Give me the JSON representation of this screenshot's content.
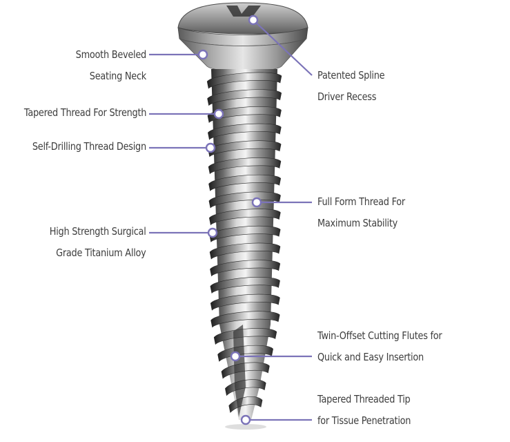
{
  "diagram": {
    "accent_color": "#7b73b8",
    "image_subject": "bone-screw-photo",
    "callouts": [
      {
        "id": "neck",
        "side": "left",
        "lines": [
          "Smooth Beveled",
          "Seating Neck"
        ]
      },
      {
        "id": "tapered",
        "side": "left",
        "lines": [
          "Tapered Thread For Strength"
        ]
      },
      {
        "id": "drilling",
        "side": "left",
        "lines": [
          "Self-Drilling Thread Design"
        ]
      },
      {
        "id": "titanium",
        "side": "left",
        "lines": [
          "High Strength Surgical",
          "Grade Titanium Alloy"
        ]
      },
      {
        "id": "spline",
        "side": "right",
        "lines": [
          "Patented Spline",
          "Driver Recess"
        ]
      },
      {
        "id": "fullform",
        "side": "right",
        "lines": [
          "Full Form Thread For",
          "Maximum Stability"
        ]
      },
      {
        "id": "flutes",
        "side": "right",
        "lines": [
          "Twin-Offset Cutting Flutes for",
          "Quick and Easy Insertion"
        ]
      },
      {
        "id": "tip",
        "side": "right",
        "lines": [
          "Tapered Threaded Tip",
          "for Tissue Penetration"
        ]
      }
    ]
  }
}
